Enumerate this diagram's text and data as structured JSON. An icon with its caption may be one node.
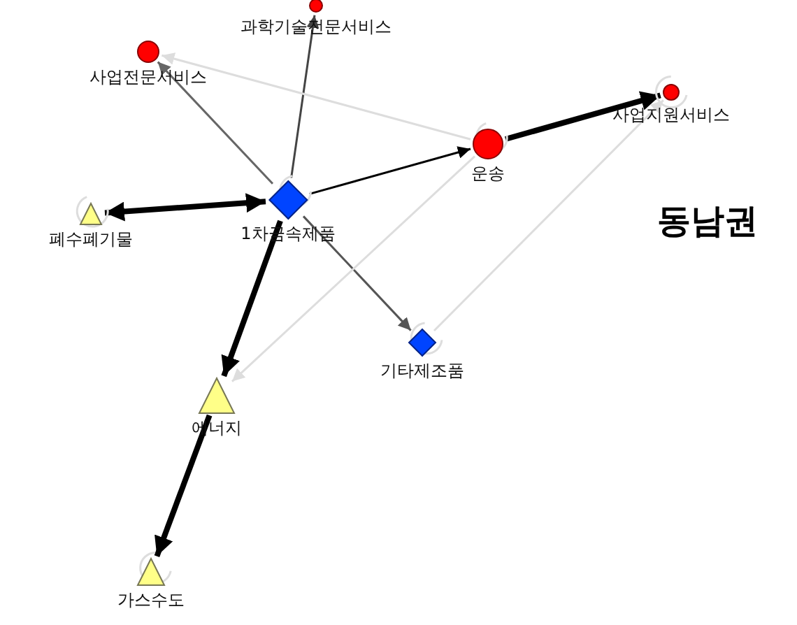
{
  "diagram": {
    "title": "동남권",
    "nodes": [
      {
        "text": [
          "과학기술전문서비스"
        ]
      },
      {
        "text": [
          "사업전문서비스"
        ]
      },
      {
        "text": [
          "사업지원서비스"
        ]
      },
      {
        "text": [
          "운송"
        ]
      },
      {
        "text": [
          "폐수폐기물"
        ]
      },
      {
        "text": [
          "1차금속제품"
        ]
      },
      {
        "text": [
          "기타제조품"
        ]
      },
      {
        "text": [
          "에너지"
        ]
      },
      {
        "text": [
          "가스수도"
        ]
      }
    ],
    "edges": [
      {
        "from": 5,
        "to": 0,
        "arrow": "to",
        "color": "#444444"
      },
      {
        "from": 5,
        "to": 1,
        "arrow": "to",
        "color": "#666666"
      },
      {
        "from": 3,
        "to": 1,
        "arrow": "to"
      },
      {
        "from": 5,
        "to": 4,
        "arrow": "both",
        "style": "thick",
        "color": "#000000"
      },
      {
        "from": 5,
        "to": 3,
        "arrow": "to",
        "color": "#000000"
      },
      {
        "from": 3,
        "to": 2,
        "arrow": "to",
        "style": "thick",
        "color": "#000000"
      },
      {
        "from": 5,
        "to": 7,
        "arrow": "to",
        "style": "thick",
        "color": "#000000"
      },
      {
        "from": 5,
        "to": 6,
        "arrow": "to",
        "color": "#555555"
      },
      {
        "from": 3,
        "to": 7,
        "arrow": "to"
      },
      {
        "from": 6,
        "to": 2,
        "arrow": "to"
      },
      {
        "from": 7,
        "to": 8,
        "arrow": "to",
        "style": "thick",
        "color": "#000000"
      },
      {
        "from": 2,
        "to": 2,
        "arrow": "none"
      },
      {
        "from": 3,
        "to": 3,
        "arrow": "none"
      },
      {
        "from": 5,
        "to": 5,
        "arrow": "none"
      },
      {
        "from": 4,
        "to": 4,
        "arrow": "none"
      },
      {
        "from": 6,
        "to": 6,
        "arrow": "none"
      },
      {
        "from": 8,
        "to": 8,
        "arrow": "none"
      }
    ]
  }
}
